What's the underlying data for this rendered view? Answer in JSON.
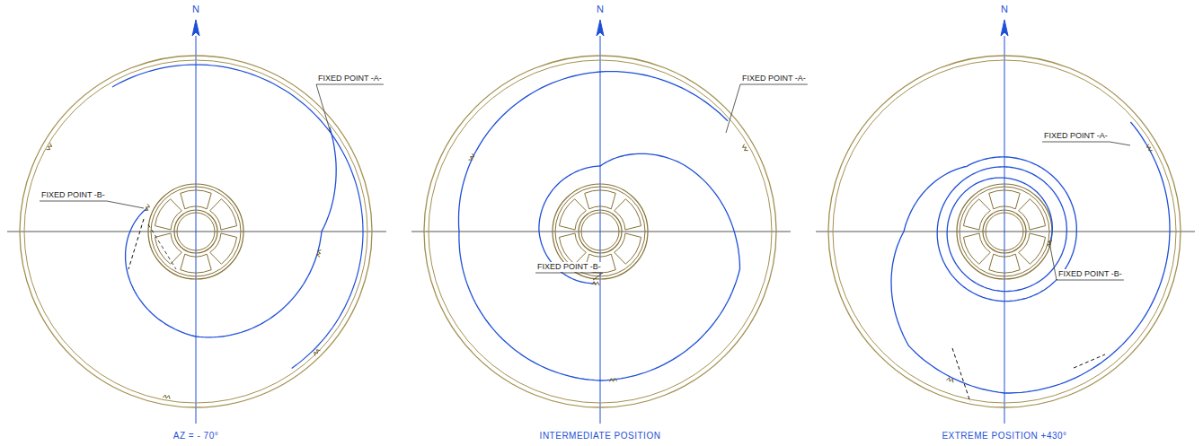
{
  "diagram": {
    "labels": [
      "N",
      "FIXED POINT -A-",
      "FIXED POINT -B-",
      "AZ = - 70°",
      "N",
      "FIXED POINT -A-",
      "FIXED POINT -B-",
      "INTERMEDIATE POSITION",
      "N",
      "FIXED POINT -A-",
      "FIXED POINT -B-",
      "EXTREME POSITION +430°"
    ]
  }
}
